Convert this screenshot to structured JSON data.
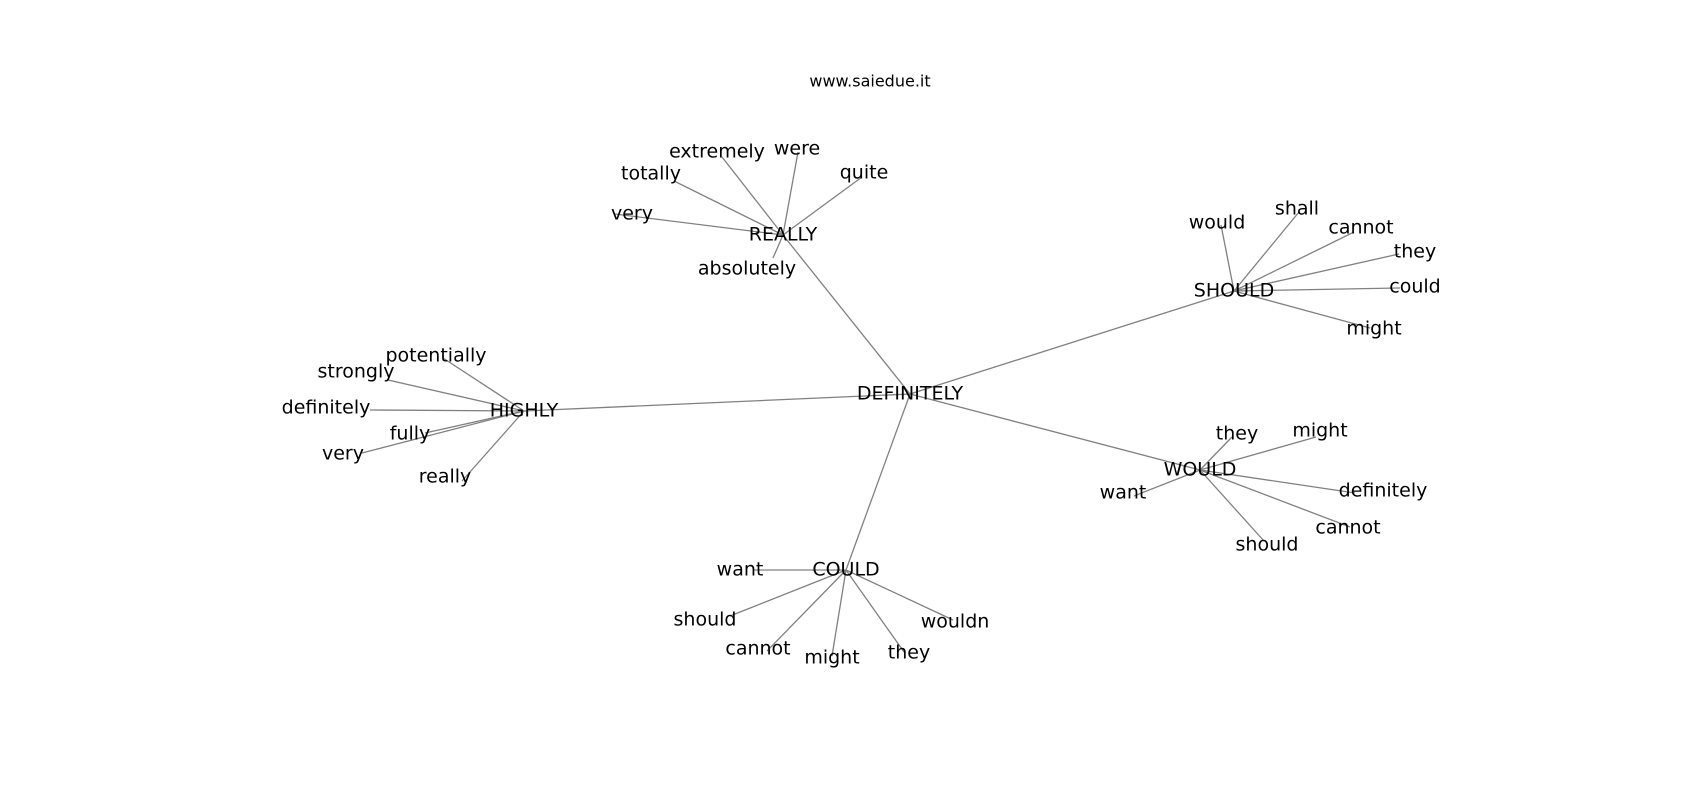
{
  "watermark": "www.saiedue.it",
  "graph": {
    "root": "DEFINITELY",
    "hubs": [
      {
        "label": "REALLY",
        "children": [
          "extremely",
          "were",
          "quite",
          "totally",
          "very",
          "absolutely"
        ]
      },
      {
        "label": "SHOULD",
        "children": [
          "would",
          "shall",
          "cannot",
          "they",
          "could",
          "might"
        ]
      },
      {
        "label": "HIGHLY",
        "children": [
          "potentially",
          "strongly",
          "definitely",
          "fully",
          "very",
          "really"
        ]
      },
      {
        "label": "WOULD",
        "children": [
          "they",
          "might",
          "want",
          "definitely",
          "cannot",
          "should"
        ]
      },
      {
        "label": "COULD",
        "children": [
          "want",
          "should",
          "cannot",
          "might",
          "they",
          "wouldn"
        ]
      }
    ]
  }
}
